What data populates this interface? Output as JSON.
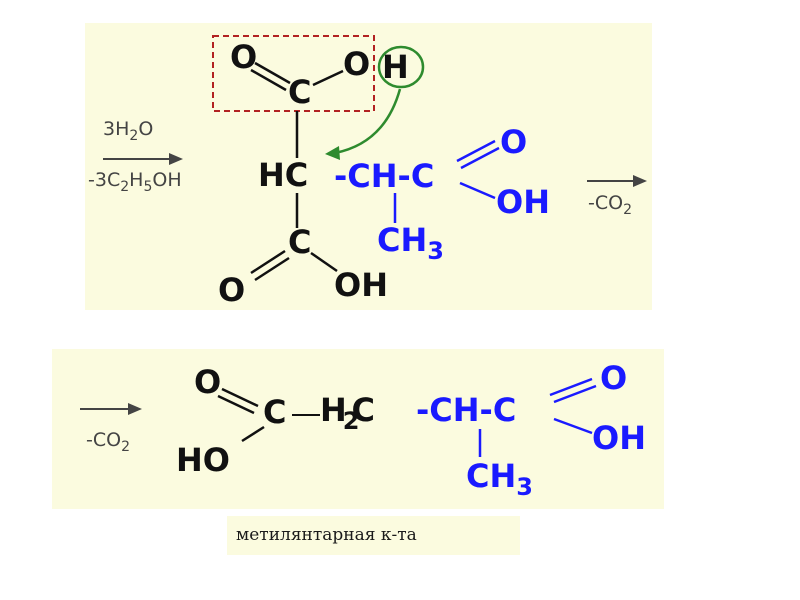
{
  "colors": {
    "panel_bg": "#fbfbdf",
    "black": "#111111",
    "blue": "#1a1aff",
    "gray": "#444444",
    "dash_box": "#b22222",
    "green": "#2e8b2e"
  },
  "top": {
    "reagent": {
      "above": [
        "3H",
        "2",
        "O"
      ],
      "below": [
        "-3C",
        "2",
        "H",
        "5",
        "OH"
      ]
    },
    "mol": {
      "o1": "O",
      "c1": "C",
      "oh_o": "O",
      "oh_h": "H",
      "hc": "HC",
      "c2": "C",
      "o2": "O",
      "oh2": "OH",
      "chain": "-CH-C",
      "o3": "O",
      "oh3": "OH",
      "ch3": [
        "CH",
        "3"
      ]
    },
    "right_label": [
      "-CO",
      "2"
    ]
  },
  "bottom": {
    "left_label": [
      "-CO",
      "2"
    ],
    "mol": {
      "o1": "O",
      "c1": "C",
      "ho": "HO",
      "h2c": [
        "H",
        "2",
        "C"
      ],
      "chain": "-CH-C",
      "o3": "O",
      "oh3": "OH",
      "ch3": [
        "CH",
        "3"
      ]
    }
  },
  "caption": "метилянтарная к-та"
}
